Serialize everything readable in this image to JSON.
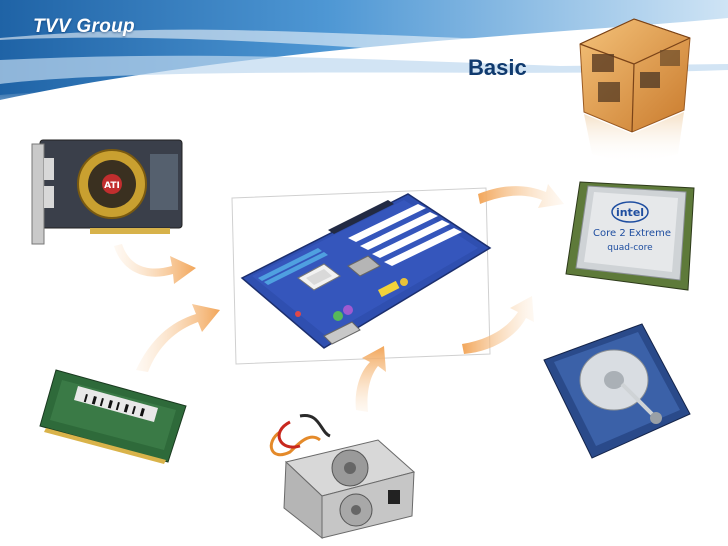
{
  "slide": {
    "brand": "TVV Group",
    "title": "Basic"
  },
  "cpu": {
    "brand_logo": "intel",
    "line1": "Core 2 Extreme",
    "line2": "quad-core"
  },
  "graphics_card": {
    "logo": "ATI"
  },
  "colors": {
    "brand_text": "#ffffff",
    "title_text": "#103a6e",
    "arrow": "#f2a65a",
    "header_blue": "#2a74b8",
    "board_blue": "#2f4fb0"
  }
}
